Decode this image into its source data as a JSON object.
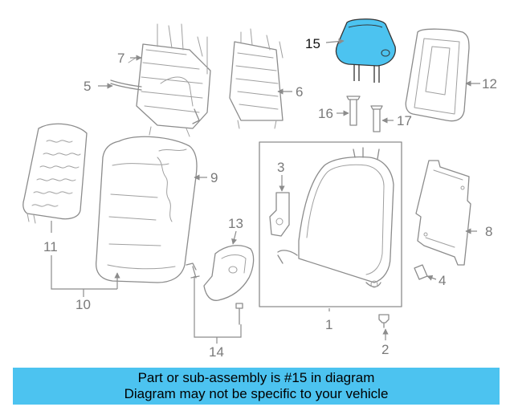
{
  "diagram": {
    "highlight_color": "#4cc3f0",
    "highlighted_part": "15",
    "callouts": {
      "p1": "1",
      "p2": "2",
      "p3": "3",
      "p4": "4",
      "p5": "5",
      "p6": "6",
      "p7": "7",
      "p8": "8",
      "p9": "9",
      "p10": "10",
      "p11": "11",
      "p12": "12",
      "p13": "13",
      "p14": "14",
      "p15": "15",
      "p16": "16",
      "p17": "17"
    }
  },
  "banner": {
    "background": "#4cc3f0",
    "line1": "Part or sub-assembly is #15 in diagram",
    "line2": "Diagram may not be specific to your vehicle"
  }
}
